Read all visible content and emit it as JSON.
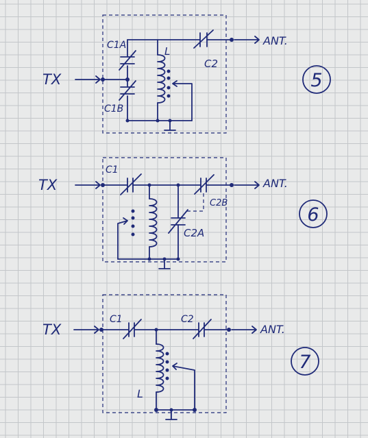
{
  "colors": {
    "paper": "#e9eaea",
    "grid": "#c3c6c9",
    "ink": "#1f2a78"
  },
  "circuits": [
    {
      "number": "5",
      "input_label": "TX",
      "output_label": "ANT.",
      "labels": {
        "c1a": "C1A",
        "c1b": "C1B",
        "c2": "C2",
        "l": "L"
      }
    },
    {
      "number": "6",
      "input_label": "TX",
      "output_label": "ANT.",
      "labels": {
        "c1": "C1",
        "c2a": "C2A",
        "c2b": "C2B"
      }
    },
    {
      "number": "7",
      "input_label": "TX",
      "output_label": "ANT.",
      "labels": {
        "c1": "C1",
        "c2": "C2",
        "l": "L"
      }
    }
  ]
}
